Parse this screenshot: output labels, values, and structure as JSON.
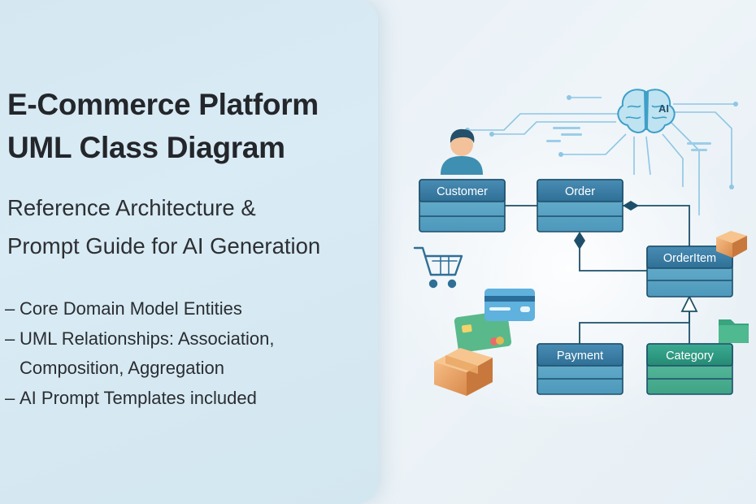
{
  "title_lines": [
    "E-Commerce Platform",
    "UML Class Diagram"
  ],
  "subtitle_lines": [
    "Reference Architecture &",
    "Prompt Guide for AI Generation"
  ],
  "bullets": [
    "Core Domain Model Entities",
    "UML Relationships: Association,",
    "Composition, Aggregation",
    "AI Prompt Templates included"
  ],
  "diagram": {
    "classes": {
      "customer": "Customer",
      "order": "Order",
      "order_item": "OrderItem",
      "payment": "Payment",
      "category": "Category"
    },
    "ai_badge": "AI"
  },
  "colors": {
    "class_blue": "#3d7fa6",
    "class_teal": "#2f9c86",
    "class_body_blue": "#5aa6c6",
    "class_body_teal": "#4eb59a",
    "line": "#1e4f6a",
    "circuit": "#8ec6e4"
  },
  "icons": [
    "user-icon",
    "shopping-cart-icon",
    "credit-card-icon",
    "package-box-icon",
    "folder-icon",
    "ai-brain-icon"
  ]
}
